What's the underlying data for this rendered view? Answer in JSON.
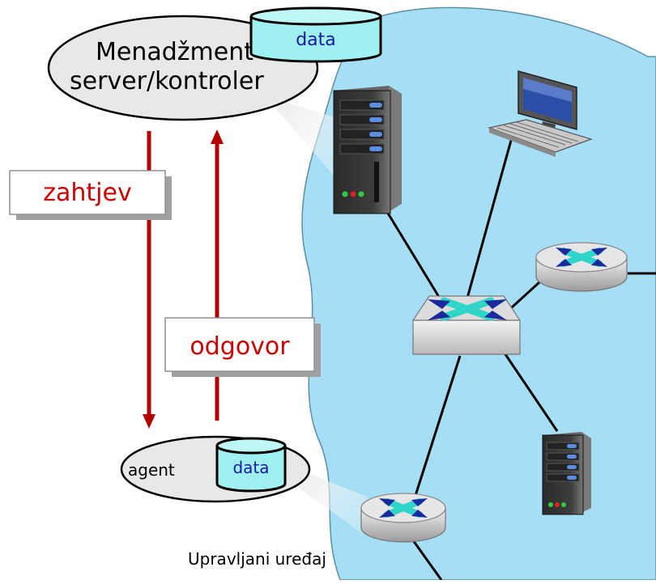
{
  "manager": {
    "line1": "Menadžment",
    "line2": "server/kontroler",
    "db_label": "data"
  },
  "request_label": "zahtjev",
  "response_label": "odgovor",
  "agent": {
    "label": "agent",
    "db_label": "data"
  },
  "managed_device_label": "Upravljani uređaj",
  "colors": {
    "network_bg": "#a6dff5",
    "arrow": "#b30000",
    "label_text": "#cc0000",
    "db_fill": "#9ff0f0",
    "db_text": "#1a1aa0",
    "router_arrows": "#1a2a9c",
    "router_x": "#2fd5c8"
  }
}
